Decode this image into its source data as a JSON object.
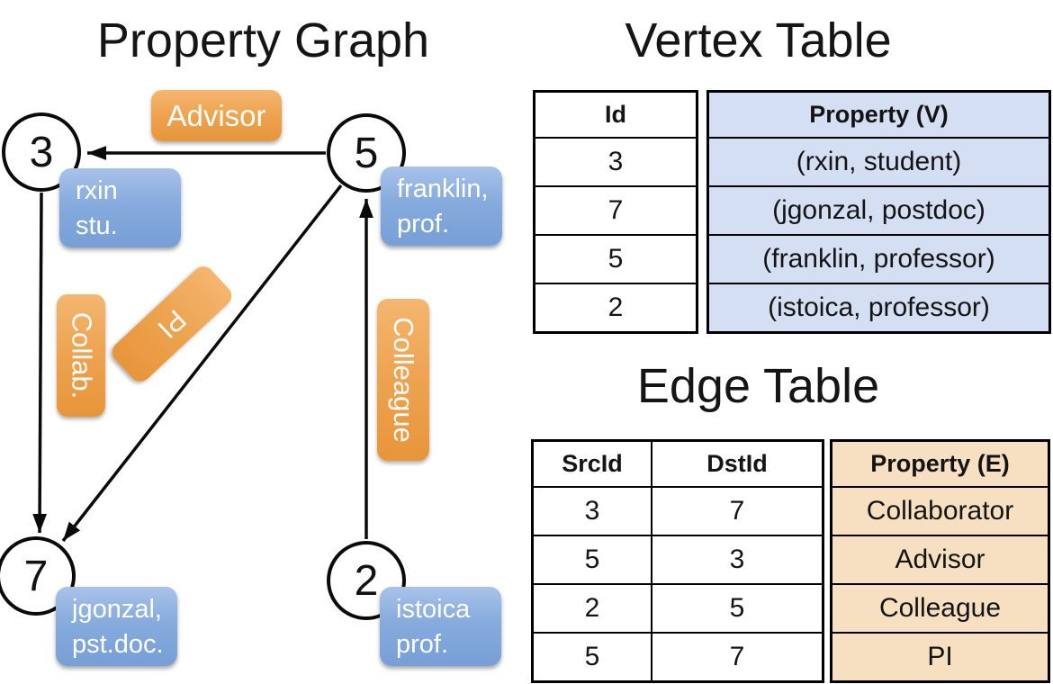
{
  "graph": {
    "title": "Property Graph",
    "nodes": [
      {
        "id": "3",
        "property_line1": "rxin",
        "property_line2": "stu."
      },
      {
        "id": "5",
        "property_line1": "franklin,",
        "property_line2": "prof."
      },
      {
        "id": "7",
        "property_line1": "jgonzal,",
        "property_line2": "pst.doc."
      },
      {
        "id": "2",
        "property_line1": "istoica",
        "property_line2": "prof."
      }
    ],
    "edge_labels": [
      {
        "text": "Advisor"
      },
      {
        "text": "Collab."
      },
      {
        "text": "PI"
      },
      {
        "text": "Colleague"
      }
    ]
  },
  "vertex_table": {
    "title": "Vertex Table",
    "columns": {
      "id": "Id",
      "property": "Property (V)"
    },
    "rows": [
      {
        "id": "3",
        "property": "(rxin, student)"
      },
      {
        "id": "7",
        "property": "(jgonzal, postdoc)"
      },
      {
        "id": "5",
        "property": "(franklin, professor)"
      },
      {
        "id": "2",
        "property": "(istoica, professor)"
      }
    ]
  },
  "edge_table": {
    "title": "Edge Table",
    "columns": {
      "src": "SrcId",
      "dst": "DstId",
      "property": "Property (E)"
    },
    "rows": [
      {
        "src": "3",
        "dst": "7",
        "property": "Collaborator"
      },
      {
        "src": "5",
        "dst": "3",
        "property": "Advisor"
      },
      {
        "src": "2",
        "dst": "5",
        "property": "Colleague"
      },
      {
        "src": "5",
        "dst": "7",
        "property": "PI"
      }
    ]
  },
  "colors": {
    "vertex_cell_fill": "#d4dff3",
    "edge_cell_fill": "#f7dfc1",
    "vertex_box_blue": "#7ba3d8",
    "edge_label_orange": "#ec9f47",
    "line_black": "#0a0a0a"
  }
}
